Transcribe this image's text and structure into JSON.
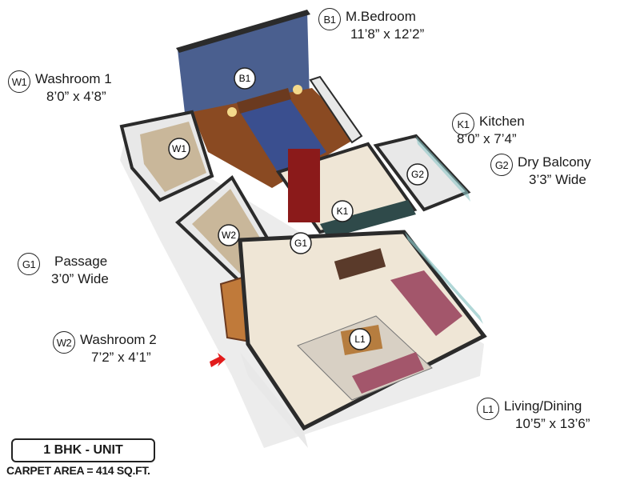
{
  "rooms": {
    "bedroom": {
      "code": "B1",
      "name": "M.Bedroom",
      "dim": "11’8” x 12’2”"
    },
    "washroom1": {
      "code": "W1",
      "name": "Washroom 1",
      "dim": "8’0” x 4’8”"
    },
    "kitchen": {
      "code": "K1",
      "name": "Kitchen",
      "dim": "8’0” x 7’4”"
    },
    "balcony": {
      "code": "G2",
      "name": "Dry Balcony",
      "dim": "3’3” Wide"
    },
    "passage": {
      "code": "G1",
      "name": "Passage",
      "dim": "3’0” Wide"
    },
    "washroom2": {
      "code": "W2",
      "name": "Washroom 2",
      "dim": "7’2” x 4’1”"
    },
    "living": {
      "code": "L1",
      "name": "Living/Dining",
      "dim": "10’5” x 13’6”"
    }
  },
  "unit_label": "1 BHK - UNIT",
  "carpet_area": "CARPET AREA = 414 SQ.FT.",
  "colors": {
    "wall_top": "#2b2b2b",
    "wall_side": "#e8e8e8",
    "bedroom_accent": "#4a5f8f",
    "floor_tile": "#efe6d6",
    "wood_floor": "#8a4a22",
    "fridge": "#8b1a1a",
    "sofa": "#a3566b",
    "entry_arrow": "#e21b1b"
  }
}
